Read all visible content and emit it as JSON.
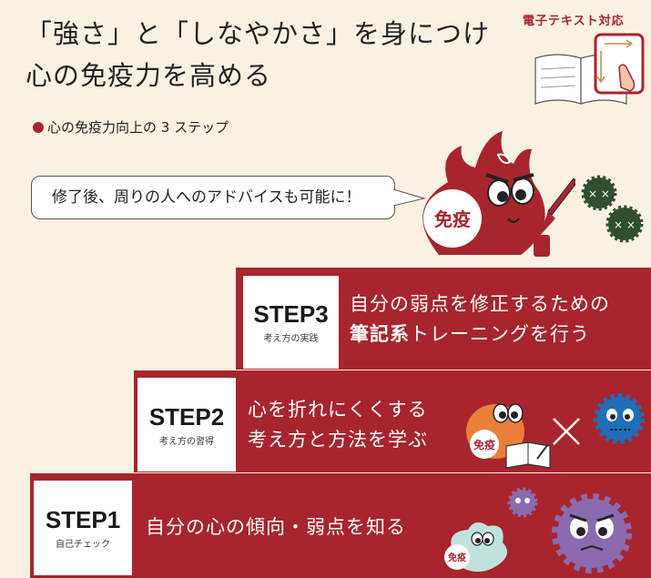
{
  "title": {
    "line1": "「強さ」と「しなやかさ」を身につけ",
    "line2": "心の免疫力を高める"
  },
  "subtitle": "心の免疫力向上の 3 ステップ",
  "ebook_label": "電子テキスト対応",
  "bubble_text": "修了後、周りの人へのアドバイスも可能に！",
  "mascot_label": "免疫",
  "steps": [
    {
      "title": "STEP3",
      "sub": "考え方の実践",
      "line1": "自分の弱点を修正するための",
      "line2_bold": "筆記系",
      "line2_rest": "トレーニングを行う"
    },
    {
      "title": "STEP2",
      "sub": "考え方の習得",
      "line1": "心を折れにくくする",
      "line2": "考え方と方法を学ぶ",
      "mascot_label": "免疫"
    },
    {
      "title": "STEP1",
      "sub": "自己チェック",
      "line1": "自分の心の傾向・弱点を知る",
      "mascot_label": "免疫"
    }
  ],
  "colors": {
    "accent": "#a8252e",
    "background": "#fbf1e2",
    "germ_dark": "#2f4f2f",
    "germ_blue": "#1e6fb5",
    "germ_purple": "#8a6bb0",
    "mascot_orange": "#e9803a",
    "mascot_mint": "#bfe3dc"
  }
}
